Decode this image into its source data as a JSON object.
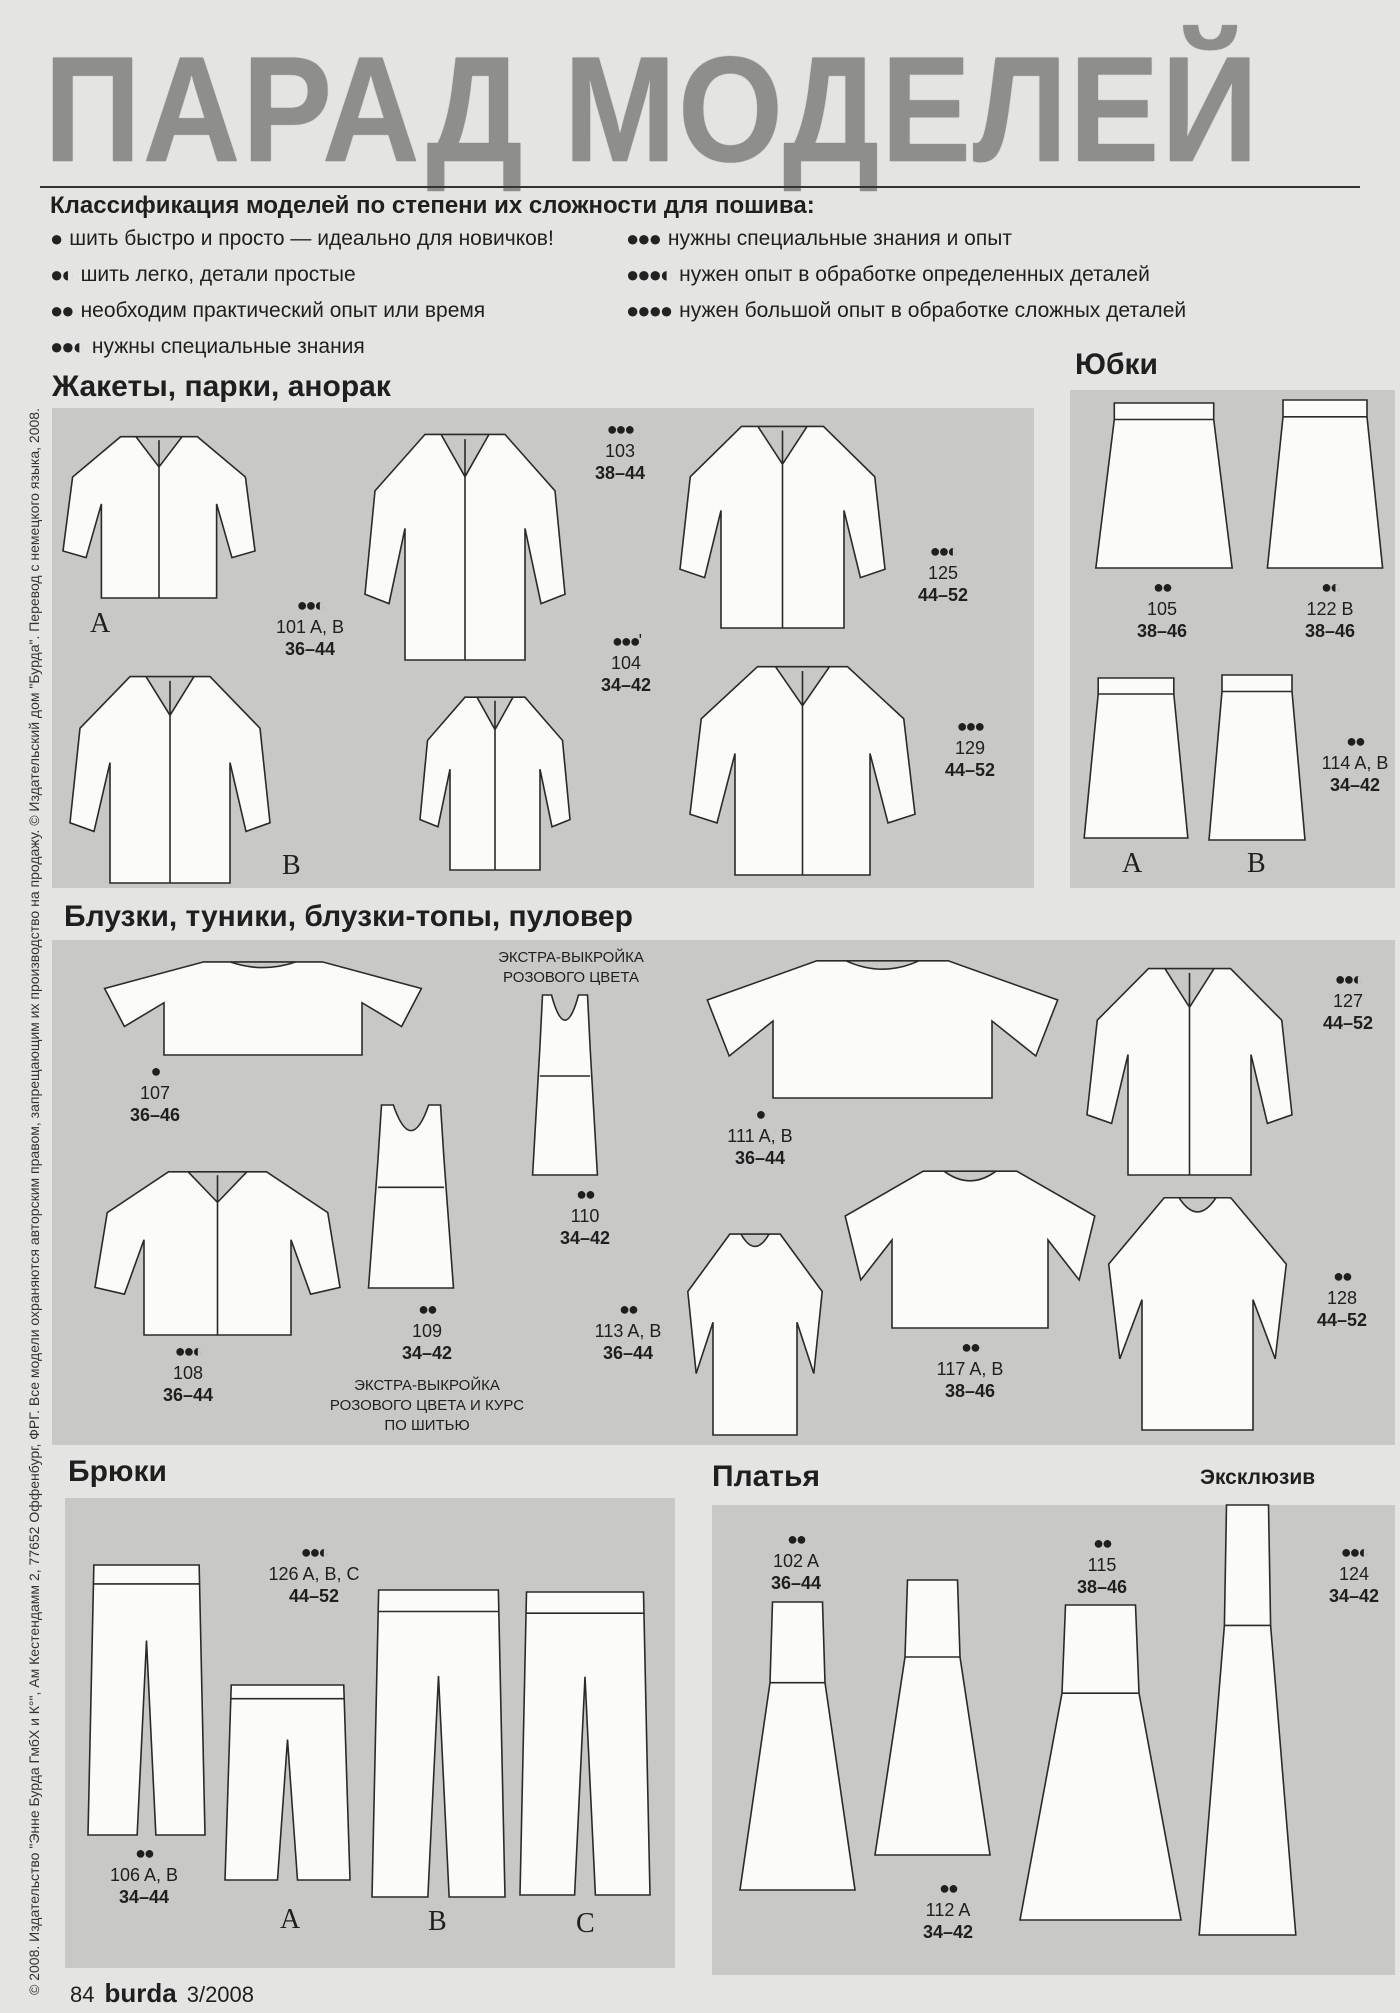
{
  "title": "ПАРАД МОДЕЛЕЙ",
  "side_credit": "© 2008. Издательство \"Энне Бурда ГмбХ и К°\", Ам Кестендамм 2, 77652 Оффенбург, ФРГ. Все модели охраняются авторским правом, запрещающим их производство на продажу. © Издательский дом \"Бурда\". Перевод с немецкого языка, 2008.",
  "legend": {
    "heading": "Классификация моделей по степени их сложности для пошива:",
    "items": [
      {
        "dots": "●",
        "text": "шить быстро и просто — идеально для новичков!"
      },
      {
        "dots": "●◐",
        "text": "шить легко, детали простые"
      },
      {
        "dots": "●●",
        "text": "необходим практический опыт или время"
      },
      {
        "dots": "●●◐",
        "text": "нужны специальные знания"
      },
      {
        "dots": "●●●",
        "text": "нужны специальные знания и опыт"
      },
      {
        "dots": "●●●◐",
        "text": "нужен опыт в обработке определенных деталей"
      },
      {
        "dots": "●●●●",
        "text": "нужен большой опыт в обработке сложных деталей"
      }
    ]
  },
  "sections": {
    "jackets": {
      "heading": "Жакеты, парки, анорак",
      "letters": [
        "A",
        "B"
      ],
      "models": [
        {
          "dots": "●●◐",
          "number": "101 A, B",
          "sizes": "36–44"
        },
        {
          "dots": "●●●",
          "number": "103",
          "sizes": "38–44"
        },
        {
          "dots": "●●●'",
          "number": "104",
          "sizes": "34–42"
        },
        {
          "dots": "●●◐",
          "number": "125",
          "sizes": "44–52"
        },
        {
          "dots": "●●●",
          "number": "129",
          "sizes": "44–52"
        }
      ]
    },
    "skirts": {
      "heading": "Юбки",
      "letters": [
        "A",
        "B"
      ],
      "models": [
        {
          "dots": "●●",
          "number": "105",
          "sizes": "38–46"
        },
        {
          "dots": "●◐",
          "number": "122 B",
          "sizes": "38–46"
        },
        {
          "dots": "●●",
          "number": "114 A, B",
          "sizes": "34–42"
        }
      ]
    },
    "blouses": {
      "heading": "Блузки, туники, блузки-топы, пуловер",
      "note_110": "ЭКСТРА-ВЫКРОЙКА РОЗОВОГО ЦВЕТА",
      "note_110_lines": [
        "ЭКСТРА-ВЫКРОЙКА",
        "РОЗОВОГО ЦВЕТА"
      ],
      "note_109_lines": [
        "ЭКСТРА-ВЫКРОЙКА",
        "РОЗОВОГО ЦВЕТА И КУРС",
        "ПО ШИТЬЮ"
      ],
      "models": [
        {
          "dots": "●",
          "number": "107",
          "sizes": "36–46"
        },
        {
          "dots": "●●",
          "number": "110",
          "sizes": "34–42"
        },
        {
          "dots": "●",
          "number": "111 A, B",
          "sizes": "36–44"
        },
        {
          "dots": "●●◐",
          "number": "127",
          "sizes": "44–52"
        },
        {
          "dots": "●●◐",
          "number": "108",
          "sizes": "36–44"
        },
        {
          "dots": "●●",
          "number": "109",
          "sizes": "34–42"
        },
        {
          "dots": "●●",
          "number": "113 A, B",
          "sizes": "36–44"
        },
        {
          "dots": "●●",
          "number": "117 A, B",
          "sizes": "38–46"
        },
        {
          "dots": "●●",
          "number": "128",
          "sizes": "44–52"
        }
      ]
    },
    "pants": {
      "heading": "Брюки",
      "letters": [
        "A",
        "B",
        "C"
      ],
      "models": [
        {
          "dots": "●●",
          "number": "106 A, B",
          "sizes": "34–44"
        },
        {
          "dots": "●●◐",
          "number": "126 A, B, C",
          "sizes": "44–52"
        }
      ]
    },
    "dresses": {
      "heading": "Платья",
      "exclusive": "Эксклюзив",
      "models": [
        {
          "dots": "●●",
          "number": "102 A",
          "sizes": "36–44"
        },
        {
          "dots": "●●",
          "number": "112 A",
          "sizes": "34–42"
        },
        {
          "dots": "●●",
          "number": "115",
          "sizes": "38–46"
        },
        {
          "dots": "●●◐",
          "number": "124",
          "sizes": "34–42"
        }
      ]
    }
  },
  "footer": {
    "page": "84",
    "brand": "burda",
    "issue": "3/2008"
  }
}
